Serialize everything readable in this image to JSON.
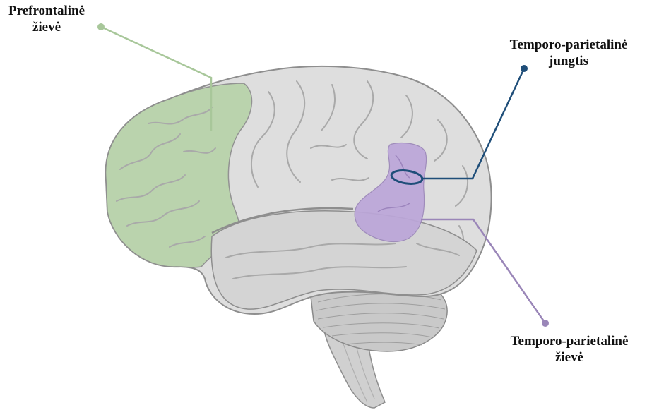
{
  "colors": {
    "prefrontal": "#a8c79a",
    "junction": "#1f4e79",
    "cortex": "#9a86b8",
    "cortex_fill": "#b79fd6",
    "brain_fill": "#dcdcdc",
    "brain_stroke": "#8e8e8e",
    "sulcus": "#b7b7b7",
    "cerebellum": "#c9c9c9"
  },
  "labels": {
    "prefrontal": {
      "line1": "Prefrontalinė",
      "line2": "žievė"
    },
    "junction": {
      "line1": "Temporo-parietalinė",
      "line2": "jungtis"
    },
    "cortex": {
      "line1": "Temporo-parietalinė",
      "line2": "žievė"
    }
  }
}
